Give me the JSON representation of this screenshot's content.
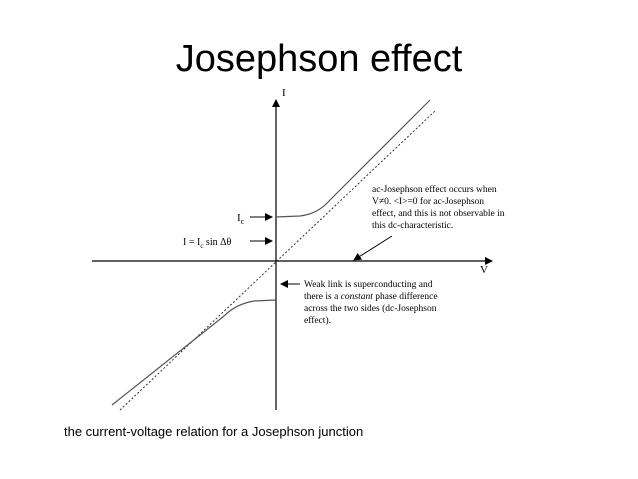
{
  "slide": {
    "title": "Josephson effect",
    "caption": "the current-voltage relation for a Josephson junction"
  },
  "diagram": {
    "axis_current_label": "I",
    "axis_voltage_label": "V",
    "critical_current_label": "I",
    "critical_current_subscript": "c",
    "supercurrent_label_prefix": "I = I",
    "supercurrent_label_subscript": "c",
    "supercurrent_label_suffix": " sin Δθ",
    "ac_note": [
      "ac-Josephson effect occurs when",
      "V≠0. <I>=0 for ac-Josephson",
      "effect, and this is not observable in",
      "this dc-characteristic."
    ],
    "dc_note_line1": "Weak link is superconducting and",
    "dc_note_line2_prefix": "there is a ",
    "dc_note_line2_italic": "constant",
    "dc_note_line2_suffix": " phase difference",
    "dc_note_line3": "across the two sides (dc-Josephson",
    "dc_note_line4": "effect).",
    "curve_color": "#555555",
    "ohmic_line_color": "#333333"
  }
}
